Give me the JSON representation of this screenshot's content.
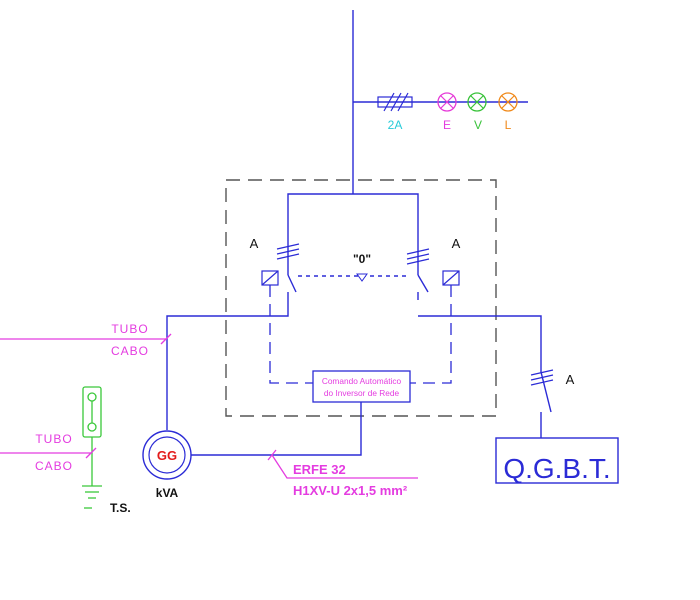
{
  "fuse_label": "2A",
  "lamps": [
    {
      "label": "E",
      "color": "#e63ad8"
    },
    {
      "label": "V",
      "color": "#39c23a"
    },
    {
      "label": "L",
      "color": "#f08a1c"
    }
  ],
  "switch_left_label": "A",
  "switch_right_label": "A",
  "neutral_position_label": "\"0\"",
  "qgbt_breaker_label": "A",
  "controller_line1": "Comando Automático",
  "controller_line2": "do Inversor de Rede",
  "cable_upper": {
    "tubo": "TUBO",
    "cabo": "CABO"
  },
  "cable_lower": {
    "tubo": "TUBO",
    "cabo": "CABO"
  },
  "generator_label": "GG",
  "generator_unit": "kVA",
  "ground_label": "T.S.",
  "cable_spec_line1": "ERFE 32",
  "cable_spec_line2": "H1XV-U 2x1,5 mm²",
  "panel_label": "Q.G.B.T.",
  "colors": {
    "wire": "#2b2bd6",
    "cable": "#e43ce0",
    "fuse_label": "#27cbd8",
    "ground": "#3ac83a",
    "generator_text": "#e31b1b"
  }
}
